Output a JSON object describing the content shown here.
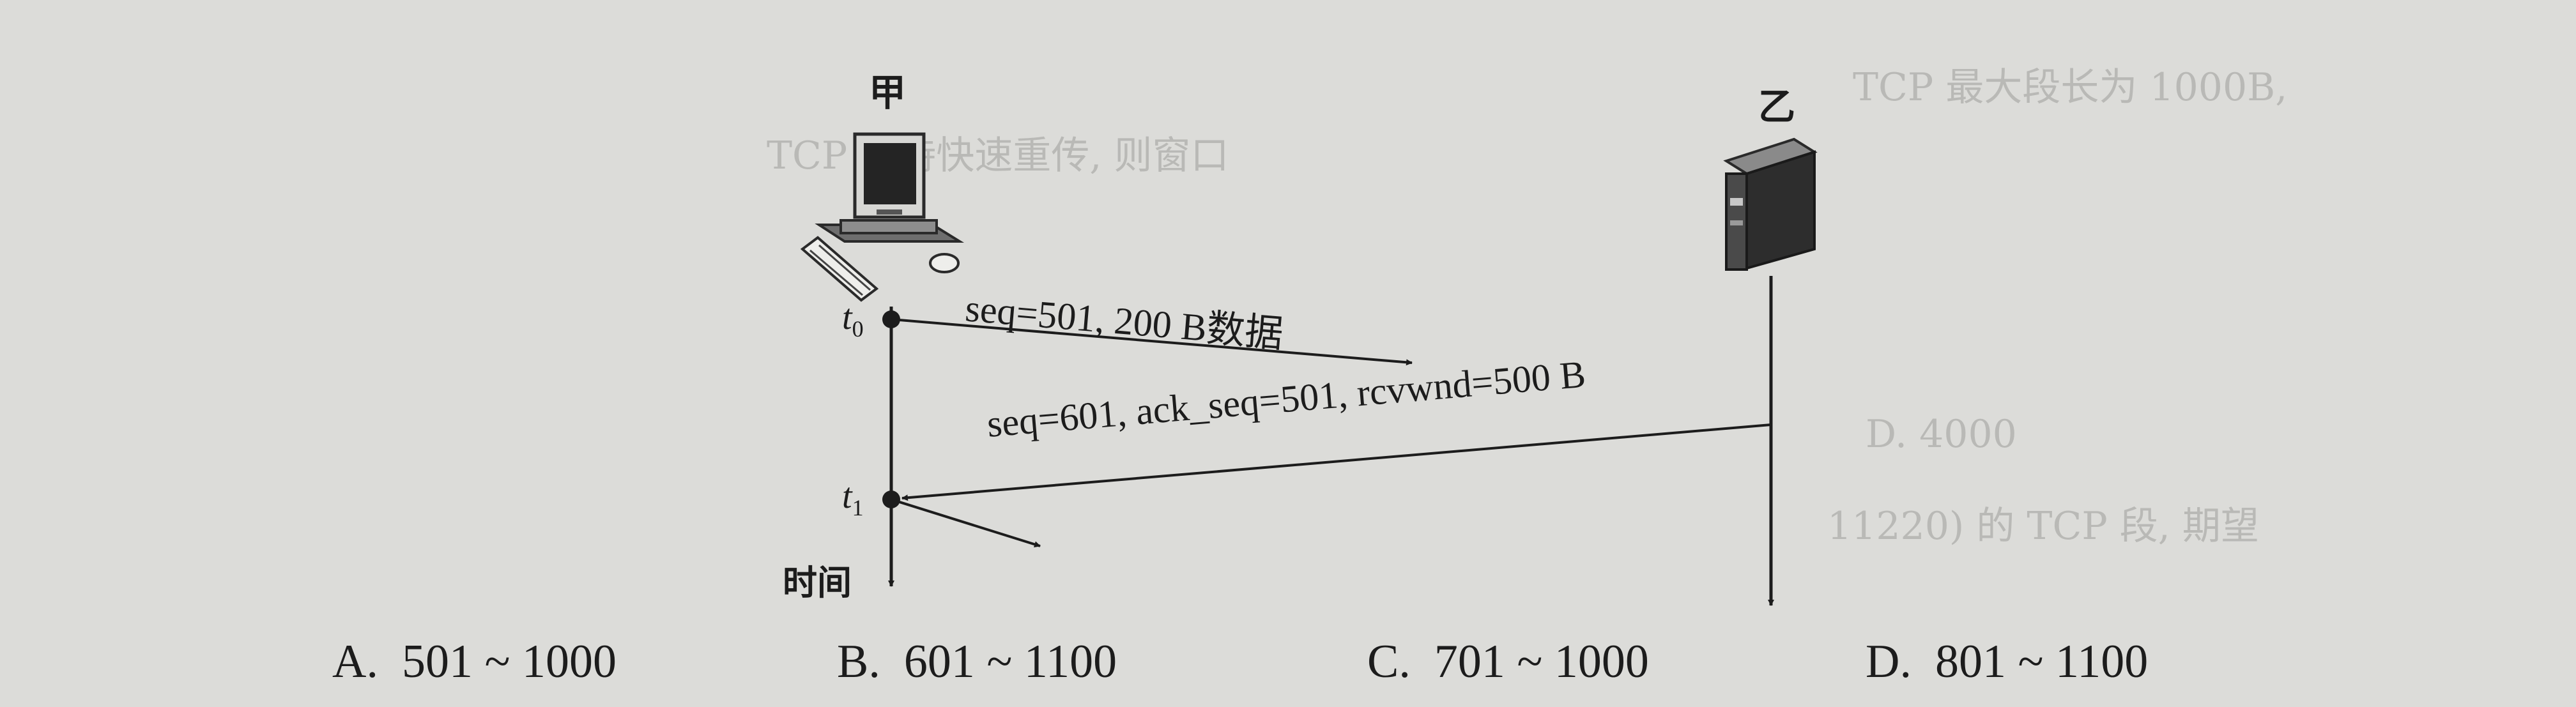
{
  "hosts": {
    "host_a": "甲",
    "host_b": "乙"
  },
  "timeline": {
    "t0": {
      "base": "t",
      "sub": "0"
    },
    "t1": {
      "base": "t",
      "sub": "1"
    },
    "axis_label": "时间"
  },
  "messages": {
    "first": "seq=501, 200 B数据",
    "reply": "seq=601, ack_seq=501, rcvwnd=500 B"
  },
  "options": [
    {
      "letter": "A.",
      "text": "501 ~ 1000"
    },
    {
      "letter": "B.",
      "text": "601 ~ 1100"
    },
    {
      "letter": "C.",
      "text": "701 ~ 1000"
    },
    {
      "letter": "D.",
      "text": "801 ~ 1100"
    }
  ],
  "bleed_through": {
    "line1": "TCP 最大段长为 1000B,",
    "line2": "TCP 支持快速重传, 则窗口",
    "line3": "D. 4000",
    "line4": "11220) 的 TCP 段, 期望"
  },
  "colors": {
    "paper": "#dcdcd9",
    "ink": "#1c1c1c",
    "bleed_ink": "#b9b9b6"
  },
  "icons": {
    "host_a": "desktop-computer-icon",
    "host_b": "server-tower-icon"
  }
}
